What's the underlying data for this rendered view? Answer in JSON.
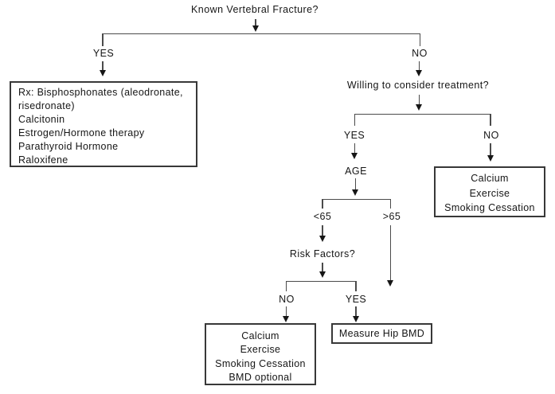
{
  "flowchart": {
    "title_question": "Known Vertebral Fracture?",
    "branch_labels": {
      "yes": "YES",
      "no": "NO",
      "age_under_65": "<65",
      "age_over_65": ">65"
    },
    "questions": {
      "treatment": "Willing to consider treatment?",
      "age": "AGE",
      "risk": "Risk Factors?"
    },
    "boxes": {
      "rx_treatment": {
        "items": {
          "0": "Rx: Bisphosphonates (aleodronate, risedronate)",
          "1": "Calcitonin",
          "2": "Estrogen/Hormone therapy",
          "3": "Parathyroid Hormone",
          "4": "Raloxifene"
        }
      },
      "conservative_care": {
        "items": {
          "0": "Calcium",
          "1": "Exercise",
          "2": "Smoking Cessation"
        }
      },
      "conservative_care_bmd": {
        "items": {
          "0": "Calcium",
          "1": "Exercise",
          "2": "Smoking Cessation",
          "3": "BMD optional"
        }
      },
      "measure_bmd": {
        "items": {
          "0": "Measure Hip BMD"
        }
      }
    },
    "colors": {
      "background": "#ffffff",
      "text": "#161616",
      "line": "#4b4b4b",
      "box_border": "#383838"
    }
  }
}
